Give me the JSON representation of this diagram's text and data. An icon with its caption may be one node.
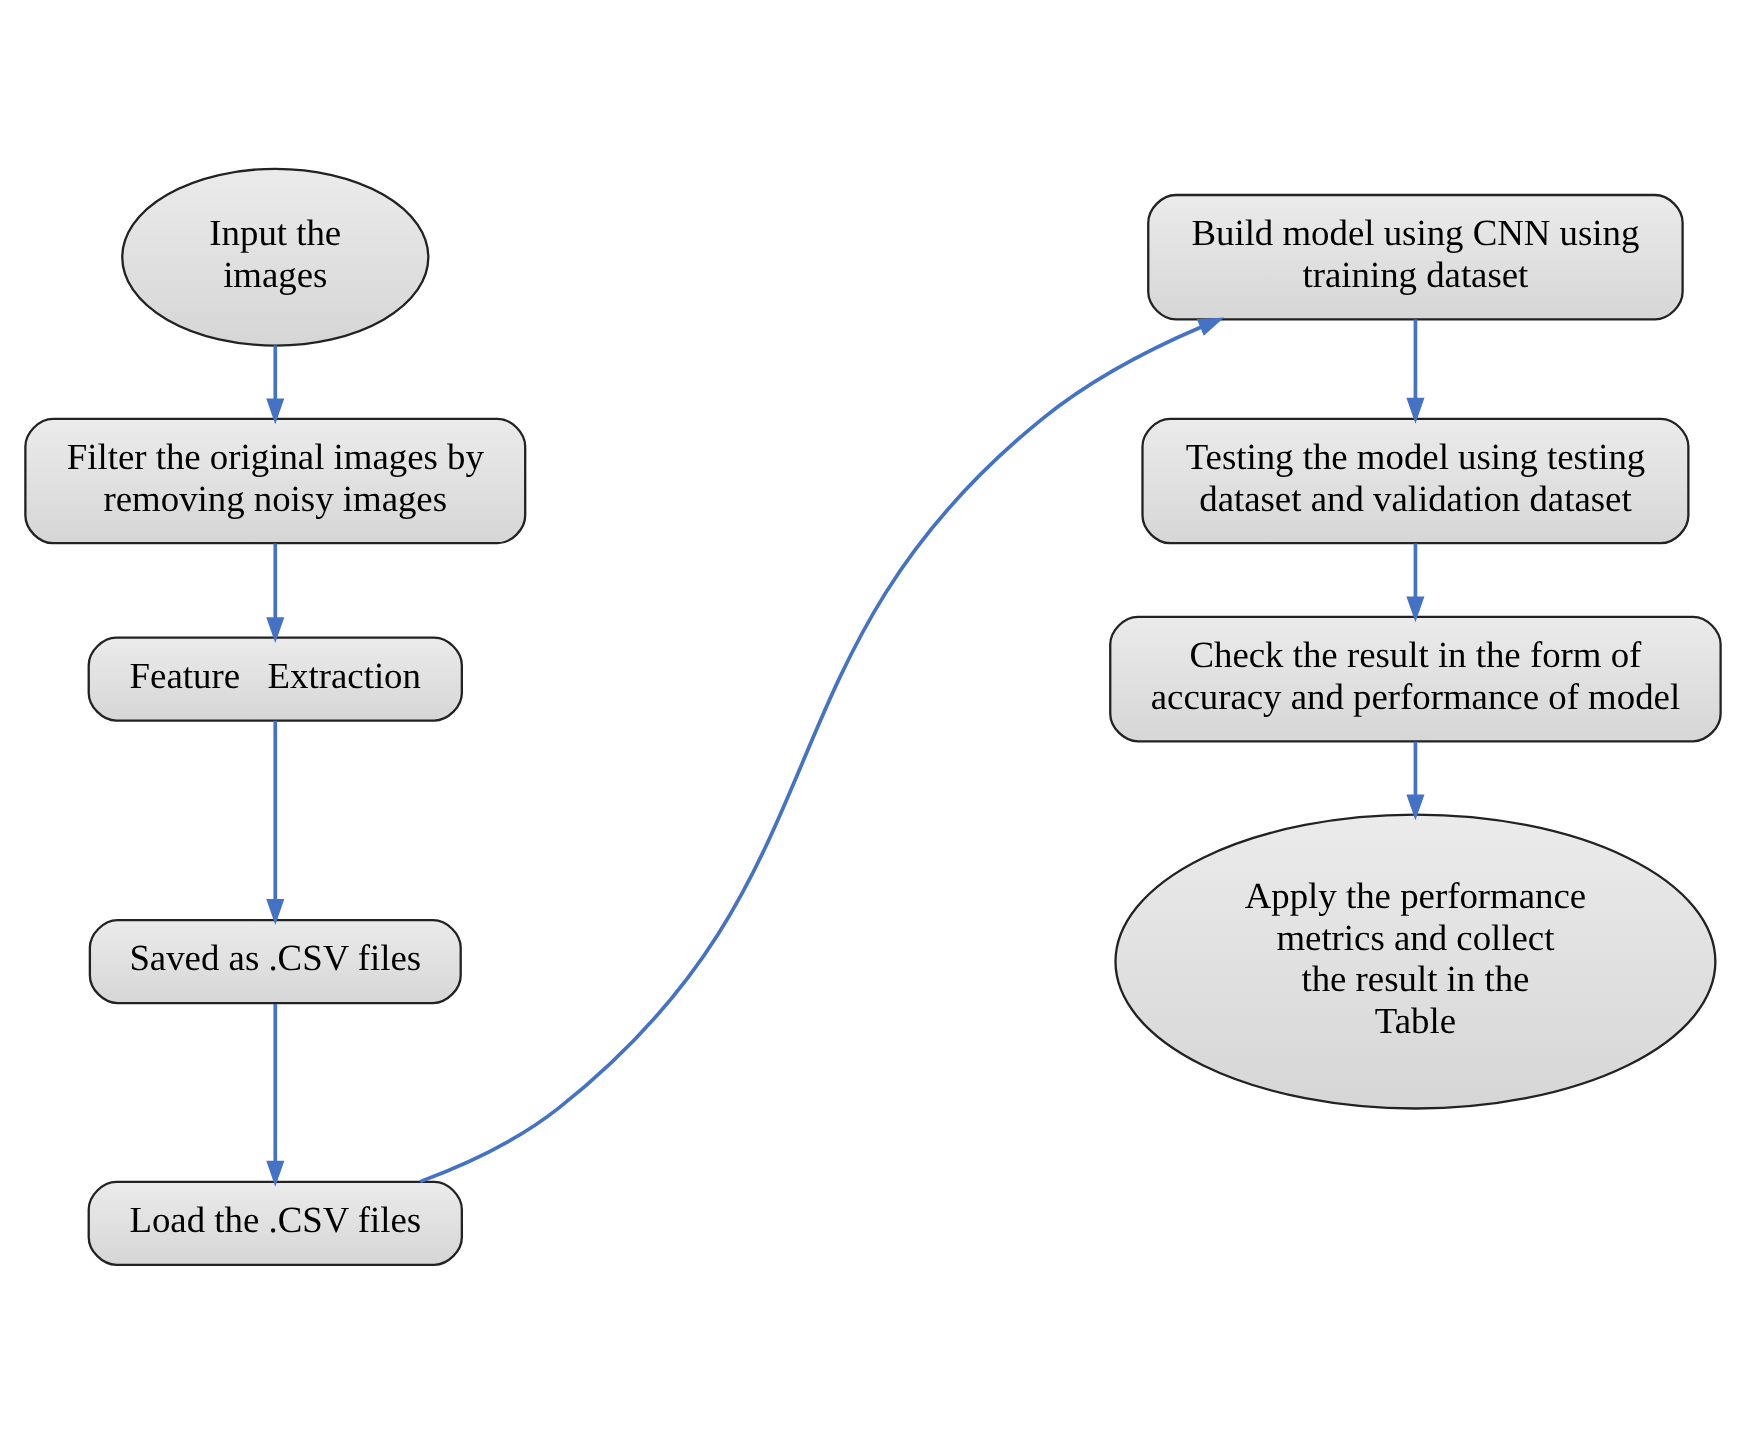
{
  "diagram": {
    "nodes": [
      {
        "text": [
          "Input the images"
        ]
      },
      {
        "text": [
          "Filter the original images by removing noisy images"
        ]
      },
      {
        "text": [
          "Feature   Extraction"
        ]
      },
      {
        "text": [
          "Saved as .CSV files"
        ]
      },
      {
        "text": [
          "Load the .CSV files"
        ]
      },
      {
        "text": [
          "Build model using CNN using training dataset"
        ]
      },
      {
        "text": [
          "Testing the model using testing dataset and validation dataset"
        ]
      },
      {
        "text": [
          "Check the result in the form of accuracy and performance of model"
        ]
      },
      {
        "text": [
          "Apply the performance metrics and collect the result in the Table"
        ]
      }
    ],
    "edges": [
      {
        "from": 0,
        "to": 1,
        "arrow": "to"
      },
      {
        "from": 1,
        "to": 2,
        "arrow": "to"
      },
      {
        "from": 2,
        "to": 3,
        "arrow": "to"
      },
      {
        "from": 3,
        "to": 4,
        "arrow": "to"
      },
      {
        "from": 4,
        "to": 5,
        "arrow": "to"
      },
      {
        "from": 5,
        "to": 6,
        "arrow": "to"
      },
      {
        "from": 6,
        "to": 7,
        "arrow": "to"
      },
      {
        "from": 7,
        "to": 8,
        "arrow": "to"
      }
    ]
  }
}
